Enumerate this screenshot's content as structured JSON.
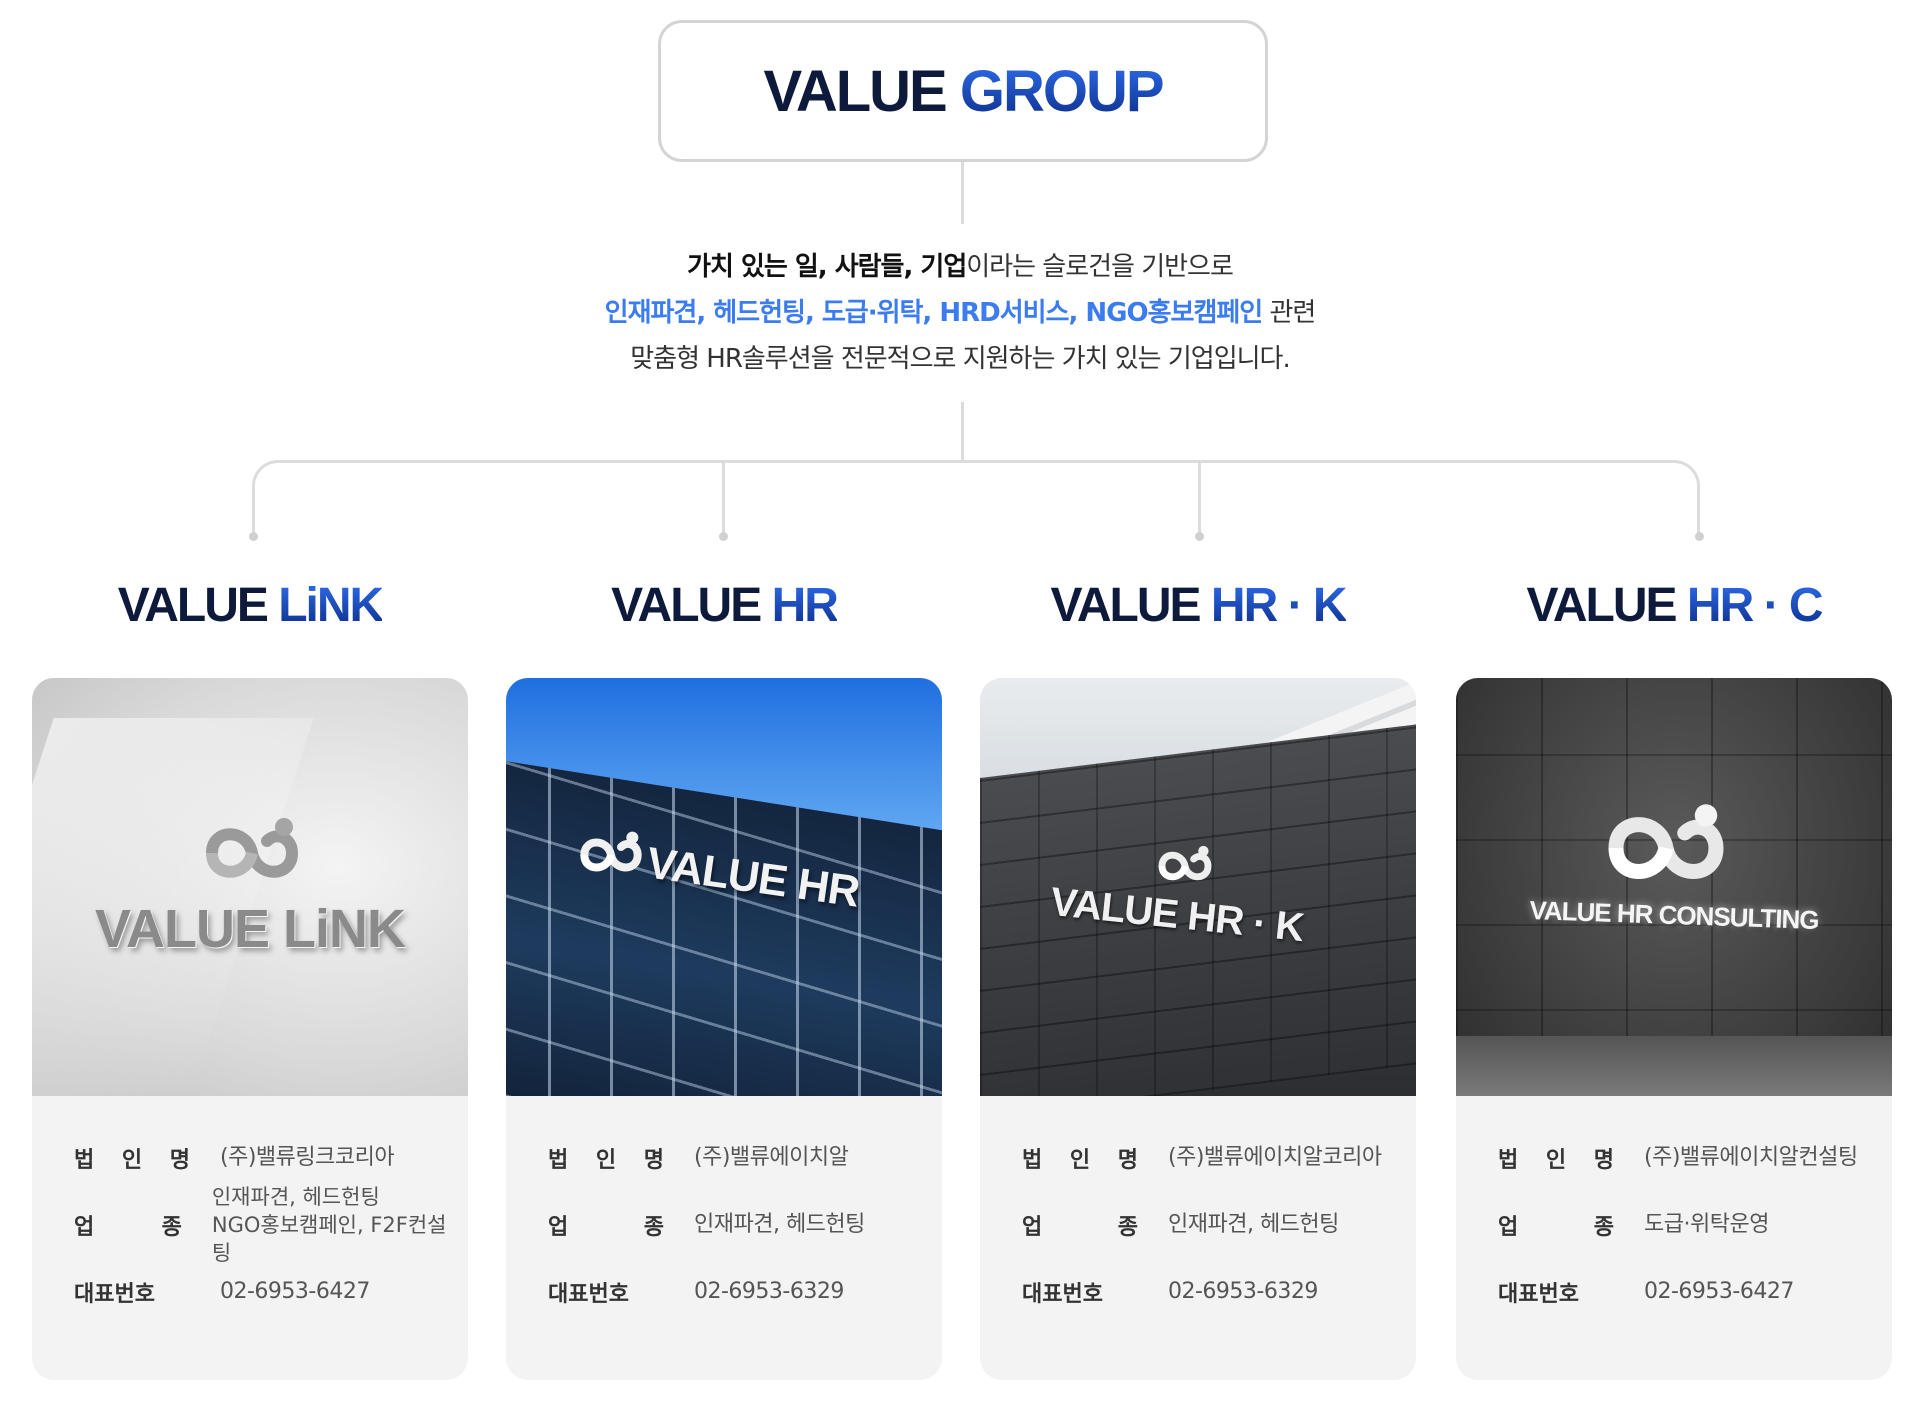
{
  "group": {
    "title_dark": "VALUE",
    "title_blue": "GROUP"
  },
  "description": {
    "line1_bold": "가치 있는 일, 사람들, 기업",
    "line1_rest": "이라는 슬로건을 기반으로",
    "line2_highlight": "인재파견, 헤드헌팅, 도급·위탁, HRD서비스, NGO홍보캠페인",
    "line2_rest": " 관련",
    "line3": "맞춤형 HR솔루션을 전문적으로 지원하는 가치 있는 기업입니다."
  },
  "labels": {
    "name_chars": [
      "법",
      "인",
      "명"
    ],
    "industry_chars": [
      "업",
      "종"
    ],
    "phone": "대표번호"
  },
  "companies": [
    {
      "brand_dark": "VALUE",
      "brand_blue": "LiNK",
      "sign_text": "VALUE LiNK",
      "name": "(주)밸류링크코리아",
      "industry_line1": "인재파견, 헤드헌팅",
      "industry_line2": "NGO홍보캠페인, F2F컨설팅",
      "phone": "02-6953-6427"
    },
    {
      "brand_dark": "VALUE",
      "brand_blue": "HR",
      "sign_text": "VALUE HR",
      "name": "(주)밸류에이치알",
      "industry_line1": "인재파견, 헤드헌팅",
      "industry_line2": "",
      "phone": "02-6953-6329"
    },
    {
      "brand_dark": "VALUE",
      "brand_blue": "HR · K",
      "sign_text": "VALUE HR · K",
      "name": "(주)밸류에이치알코리아",
      "industry_line1": "인재파견, 헤드헌팅",
      "industry_line2": "",
      "phone": "02-6953-6329"
    },
    {
      "brand_dark": "VALUE",
      "brand_blue": "HR · C",
      "sign_text": "VALUE HR CONSULTING",
      "name": "(주)밸류에이치알컨설팅",
      "industry_line1": "도급·위탁운영",
      "industry_line2": "",
      "phone": "02-6953-6427"
    }
  ]
}
